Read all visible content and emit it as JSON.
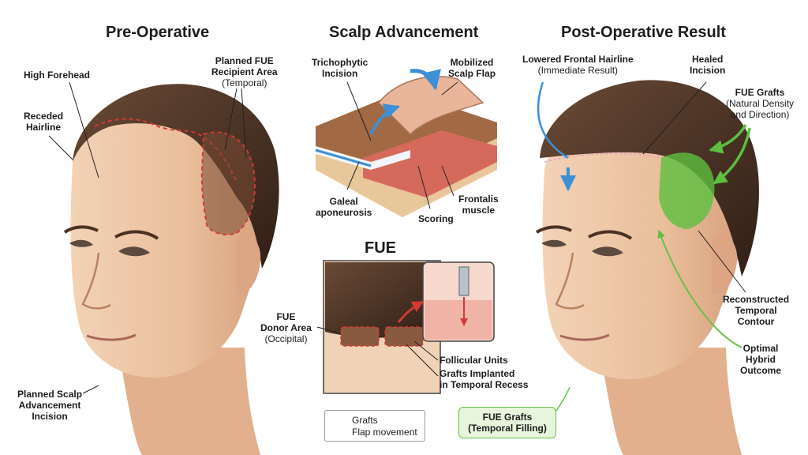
{
  "headings": {
    "pre": "Pre-Operative",
    "scalp": "Scalp Advancement",
    "post": "Post-Operative Result",
    "fue": "FUE"
  },
  "pre_labels": {
    "high_forehead": "High Forehead",
    "receded_1": "Receded",
    "receded_2": "Hairline",
    "recipient_1": "Planned FUE",
    "recipient_2": "Recipient Area",
    "recipient_3": "(Temporal)",
    "incision_1": "Planned Scalp",
    "incision_2": "Advancement",
    "incision_3": "Incision"
  },
  "scalp_labels": {
    "tricho_1": "Trichophytic",
    "tricho_2": "Incision",
    "flap_1": "Mobilized",
    "flap_2": "Scalp Flap",
    "galeal_1": "Galeal",
    "galeal_2": "aponeurosis",
    "frontalis_1": "Frontalis",
    "frontalis_2": "muscle",
    "scoring": "Scoring"
  },
  "fue_labels": {
    "donor_1": "FUE",
    "donor_2": "Donor Area",
    "donor_3": "(Occipital)",
    "follicular": "Follicular Units",
    "grafts_1": "Grafts Implanted",
    "grafts_2": "in Temporal Recess"
  },
  "legend": {
    "grafts": "Grafts",
    "flap": "Flap movement"
  },
  "post_labels": {
    "lowered_1": "Lowered Frontal Hairline",
    "lowered_2": "(Immediate Result)",
    "healed_1": "Healed",
    "healed_2": "Incision",
    "fue_grafts_1": "FUE Grafts",
    "fue_grafts_2": "(Natural Density",
    "fue_grafts_3": "and Direction)",
    "contour_1": "Reconstructed",
    "contour_2": "Temporal",
    "contour_3": "Contour",
    "optimal_1": "Optimal",
    "optimal_2": "Hybrid",
    "optimal_3": "Outcome",
    "callout_1": "FUE Grafts",
    "callout_2": "(Temporal Filling)"
  },
  "colors": {
    "skin": "#ecc4a4",
    "hair": "#4a3224",
    "incision_red": "#d23a34",
    "flap_blue": "#3d8fd6",
    "graft_green": "#5cbf3f"
  }
}
